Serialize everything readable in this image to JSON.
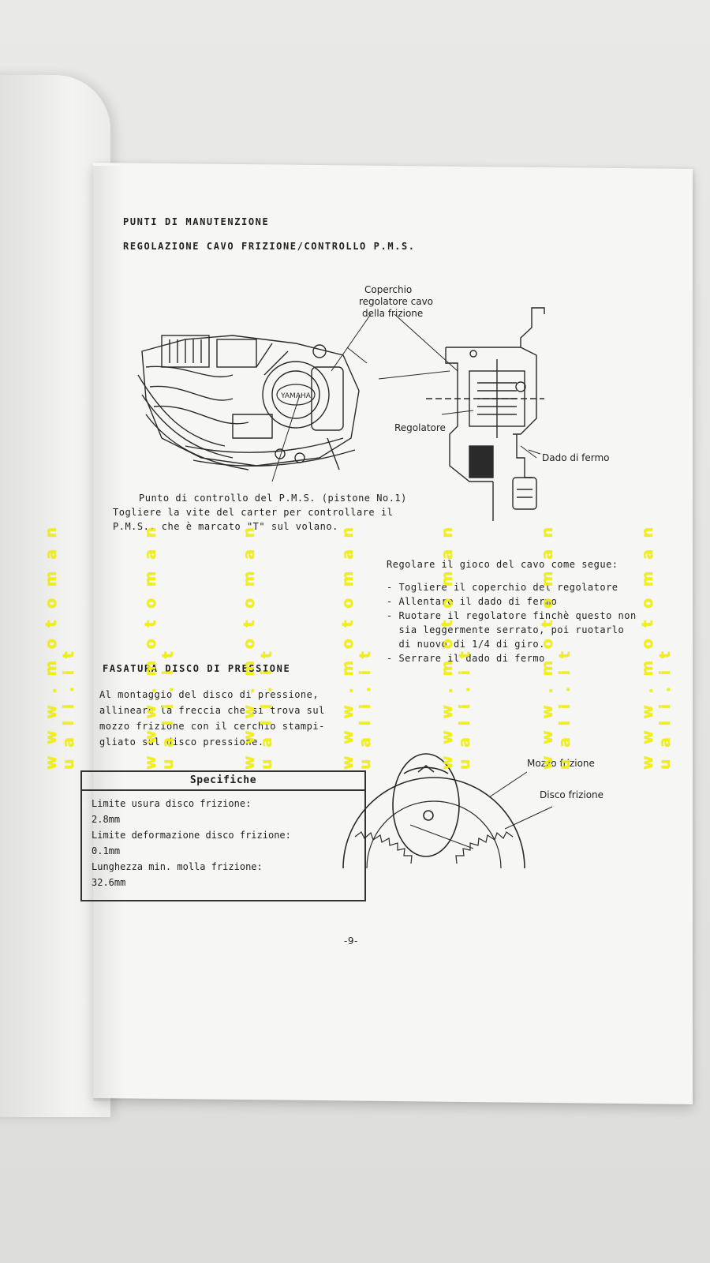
{
  "page": {
    "heading1": "PUNTI DI MANUTENZIONE",
    "heading2": "REGOLAZIONE CAVO FRIZIONE/CONTROLLO P.M.S.",
    "engine_brand": "YAMAHA",
    "callout_cover": [
      "Coperchio",
      "regolatore cavo",
      "della frizione"
    ],
    "callout_adjuster": "Regolatore",
    "callout_locknut": "Dado di fermo",
    "pms_caption": [
      "Punto di controllo del P.M.S. (pistone No.1)",
      "Togliere la vite del carter per controllare il",
      "P.M.S., che è marcato \"T\" sul volano."
    ],
    "cable_intro": "Regolare il gioco del cavo come segue:",
    "cable_steps": [
      "- Togliere il coperchio del regolatore",
      "- Allentare il dado di fermo",
      "- Ruotare il regolatore finchè questo non",
      "  sia leggermente serrato, poi ruotarlo",
      "  di nuovo di 1/4 di giro.",
      "- Serrare il dado di fermo"
    ],
    "section2_title": "FASATURA DISCO DI PRESSIONE",
    "section2_body": [
      "Al montaggio del disco di pressione,",
      "allineare la freccia che si trova sul",
      "mozzo frizione con il cerchio stampi-",
      "gliato sul disco pressione."
    ],
    "spec_title": "Specifiche",
    "spec_lines": [
      "Limite usura disco frizione:",
      "2.8mm",
      "Limite deformazione disco frizione:",
      "0.1mm",
      "Lunghezza min. molla frizione:",
      "32.6mm"
    ],
    "callout_hub": "Mozzo frizione",
    "callout_disc": "Disco frizione",
    "page_number": "-9-",
    "watermark": "w w w . m o t o m a n u a l i . i t"
  }
}
